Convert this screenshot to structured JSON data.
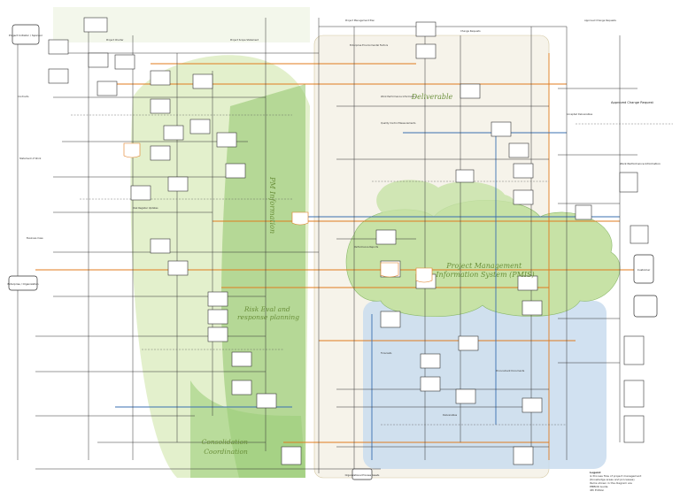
{
  "zones": {
    "risk_response": "Risk Eval and\nresponse planning",
    "deliverable": "Deliverable",
    "consolidation": "Consolidation\nCoordination",
    "pmis": "Project Management\nInformation System (PMIS)",
    "pm_information": "PM Information"
  },
  "labels": {
    "left_top_actor": "Project Initiator / Sponsor",
    "left_enterprise": "Enterprise / Organization",
    "right_actor": "Customer",
    "top_right_note": "Approved Change Request",
    "right_header": "Work Performance Information",
    "bottom_sink": "Organizational Process Assets"
  },
  "legend": {
    "title": "Legend",
    "lines": [
      "※ Process flow of project management",
      "(Knowledge areas and processes)",
      "Items shown in the diagram are",
      "PMBOK Guide",
      "4th Edition"
    ]
  },
  "colors": {
    "orange": "#e07b1e",
    "blue": "#3a6fb0",
    "dark": "#333333",
    "green_zone": "#b9d98a",
    "blue_zone": "#c9dcef",
    "cloud": "#c7e2a6"
  }
}
